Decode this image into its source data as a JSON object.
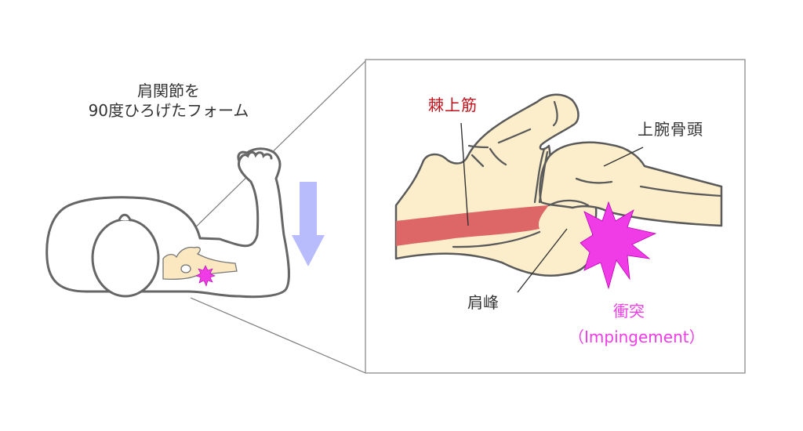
{
  "diagram": {
    "title_lines": [
      "肩関節を",
      "90度ひろげたフォーム"
    ],
    "labels": {
      "muscle": "棘上筋",
      "humeral_head": "上腕骨頭",
      "acromion": "肩峰",
      "impingement_jp": "衝突",
      "impingement_en": "（Impingement）"
    },
    "icons": {
      "down_arrow": "down-arrow-icon",
      "impact_burst": "starburst-icon"
    },
    "colors": {
      "outline": "#5a5a5a",
      "bone_fill": "#fdeecb",
      "muscle_fill": "#dd6666",
      "muscle_label": "#c0121c",
      "impact": "#f03ce6",
      "arrow": "#b8bcfc",
      "text": "#333333",
      "callout_border": "#8a8a8a"
    }
  }
}
